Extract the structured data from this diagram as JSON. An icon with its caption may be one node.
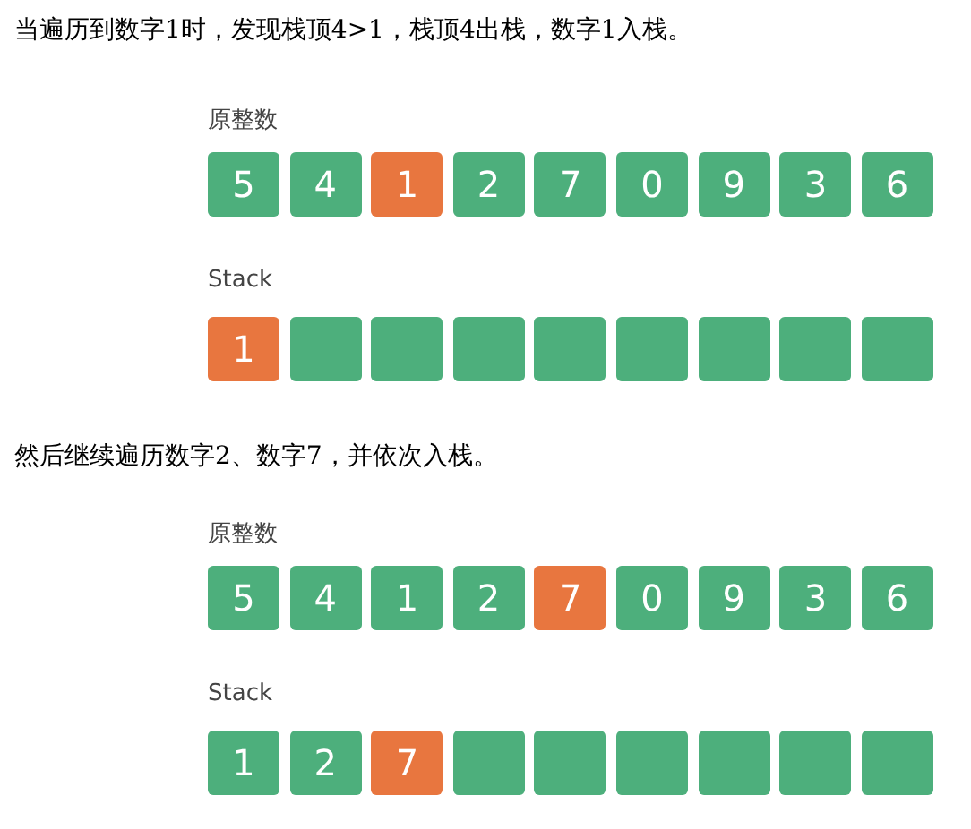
{
  "diagram": {
    "nodes": [
      {
        "text": [
          "5"
        ]
      },
      {
        "text": [
          "4"
        ]
      },
      {
        "text": [
          "1"
        ]
      },
      {
        "text": [
          "2"
        ]
      },
      {
        "text": [
          "7"
        ]
      },
      {
        "text": [
          "0"
        ]
      },
      {
        "text": [
          "9"
        ]
      },
      {
        "text": [
          "3"
        ]
      },
      {
        "text": [
          "6"
        ]
      },
      {
        "text": [
          "1"
        ]
      },
      {
        "text": [],
        "shape": "box"
      },
      {
        "text": [],
        "shape": "box"
      },
      {
        "text": [],
        "shape": "box"
      },
      {
        "text": [],
        "shape": "box"
      },
      {
        "text": [],
        "shape": "box"
      },
      {
        "text": [],
        "shape": "box"
      },
      {
        "text": [],
        "shape": "box"
      },
      {
        "text": [],
        "shape": "box"
      },
      {
        "text": [
          "5"
        ]
      },
      {
        "text": [
          "4"
        ]
      },
      {
        "text": [
          "1"
        ]
      },
      {
        "text": [
          "2"
        ]
      },
      {
        "text": [
          "7"
        ]
      },
      {
        "text": [
          "0"
        ]
      },
      {
        "text": [
          "9"
        ]
      },
      {
        "text": [
          "3"
        ]
      },
      {
        "text": [
          "6"
        ]
      },
      {
        "text": [
          "1"
        ]
      },
      {
        "text": [
          "2"
        ]
      },
      {
        "text": [
          "7"
        ]
      },
      {
        "text": [],
        "shape": "box"
      },
      {
        "text": [],
        "shape": "box"
      },
      {
        "text": [],
        "shape": "box"
      },
      {
        "text": [],
        "shape": "box"
      },
      {
        "text": [],
        "shape": "box"
      },
      {
        "text": [],
        "shape": "box"
      }
    ],
    "edges": [],
    "labels": [
      "当遍历到数字1时，发现栈顶4>1，栈顶4出栈，数字1入栈。",
      "原整数",
      "Stack",
      "然后继续遍历数字2、数字7，并依次入栈。",
      "原整数",
      "Stack"
    ]
  }
}
